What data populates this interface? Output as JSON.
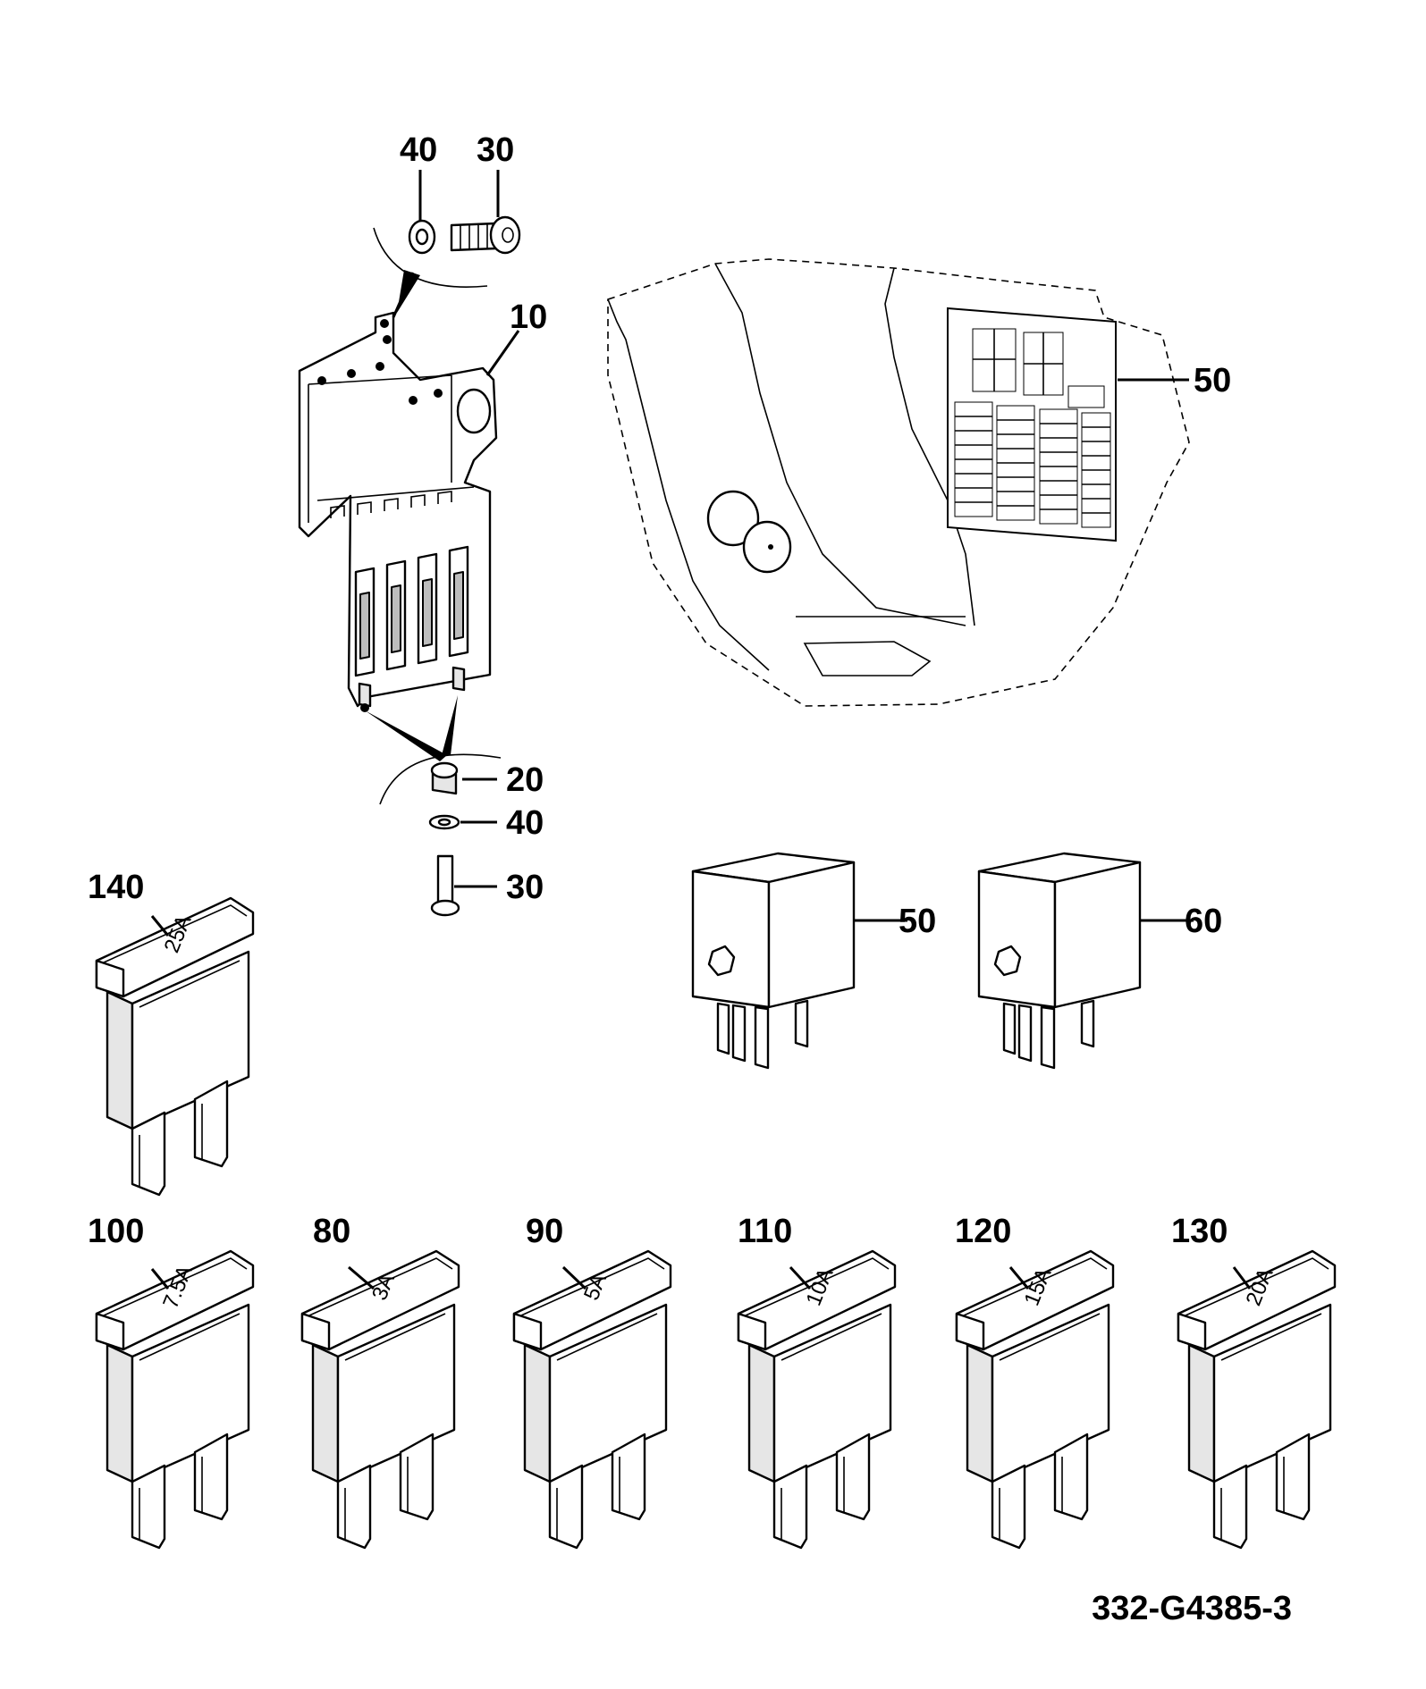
{
  "drawing_number": "332-G4385-3",
  "callouts": {
    "washer_top": "40",
    "screw_top": "30",
    "bracket": "10",
    "fuse_box_label": "50",
    "nut": "20",
    "washer_bottom": "40",
    "screw_bottom": "30",
    "relay_a": "50",
    "relay_b": "60"
  },
  "fuses": [
    {
      "callout": "140",
      "rating": "25A"
    },
    {
      "callout": "100",
      "rating": "7.5A"
    },
    {
      "callout": "80",
      "rating": "3A"
    },
    {
      "callout": "90",
      "rating": "5A"
    },
    {
      "callout": "110",
      "rating": "10A"
    },
    {
      "callout": "120",
      "rating": "15A"
    },
    {
      "callout": "130",
      "rating": "20A"
    }
  ]
}
